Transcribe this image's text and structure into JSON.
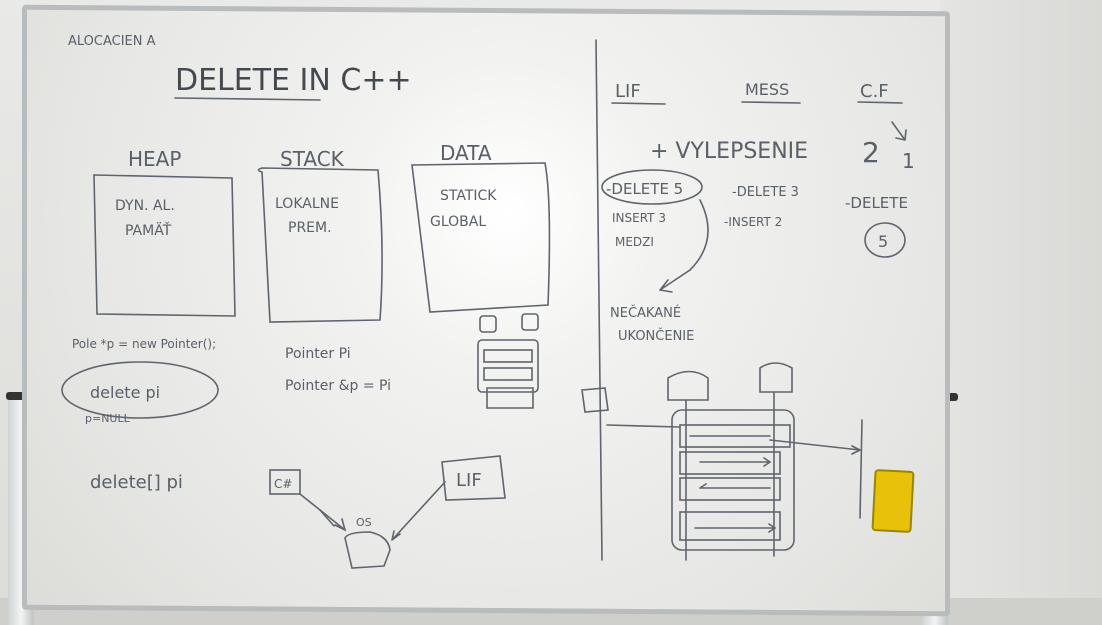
{
  "board": {
    "header_scribble": "ALOCACIEN  A",
    "title": "DELETE  IN  C++",
    "left_section": {
      "boxes": [
        {
          "heading": "HEAP",
          "content": [
            "DYN. AL.",
            "PAMÄŤ"
          ]
        },
        {
          "heading": "STACK",
          "content": [
            "LOKALNE",
            "PREM."
          ]
        },
        {
          "heading": "DATA",
          "content": [
            "STATICK",
            "GLOBAL"
          ]
        }
      ],
      "code_lines": [
        "Pole *p = new Pointer();",
        "delete pi",
        "p=NULL",
        "Pointer Pi",
        "Pointer &p = Pi",
        "delete[] pi"
      ],
      "small_labels": [
        "C#",
        "OS",
        "LIF"
      ]
    },
    "right_section": {
      "headers": [
        "LIF",
        "MESS",
        "C.F"
      ],
      "improvement": "+ VYLEPSENIE",
      "improvement_value": "2",
      "improvement_arrow_value": "1",
      "columns": [
        {
          "items": [
            "-DELETE 5",
            "INSERT 3",
            "MEDZI"
          ]
        },
        {
          "items": [
            "-DELETE 3",
            "-INSERT 2"
          ]
        },
        {
          "items": [
            "-DELETE",
            "5"
          ]
        }
      ],
      "note": [
        "NEČAKANÉ",
        "UKONČENIE"
      ]
    }
  },
  "colors": {
    "ink": "#5a6068",
    "board": "#f0f0ee",
    "frame": "#b9bcbc",
    "eraser": "#e8c20a"
  }
}
